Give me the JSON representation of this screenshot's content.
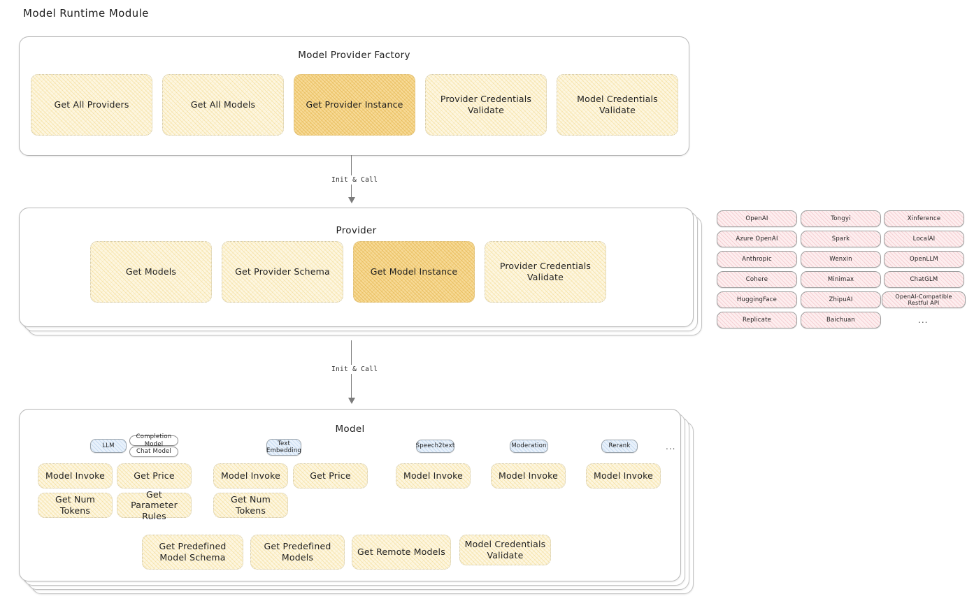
{
  "page": {
    "title": "Model Runtime Module"
  },
  "factory": {
    "title": "Model Provider Factory",
    "methods": [
      {
        "label": "Get All Providers",
        "highlight": false
      },
      {
        "label": "Get All Models",
        "highlight": false
      },
      {
        "label": "Get Provider Instance",
        "highlight": true
      },
      {
        "label": "Provider Credentials Validate",
        "highlight": false
      },
      {
        "label": "Model Credentials Validate",
        "highlight": false
      }
    ]
  },
  "arrows": [
    {
      "label": "Init & Call"
    },
    {
      "label": "Init & Call"
    }
  ],
  "provider": {
    "title": "Provider",
    "methods": [
      {
        "label": "Get Models",
        "highlight": false
      },
      {
        "label": "Get Provider Schema",
        "highlight": false
      },
      {
        "label": "Get Model Instance",
        "highlight": true
      },
      {
        "label": "Provider Credentials Validate",
        "highlight": false
      }
    ]
  },
  "provider_list": {
    "columns": [
      [
        "OpenAI",
        "Azure OpenAI",
        "Anthropic",
        "Cohere",
        "HuggingFace",
        "Replicate"
      ],
      [
        "Tongyi",
        "Spark",
        "Wenxin",
        "Minimax",
        "ZhipuAI",
        "Baichuan"
      ],
      [
        "Xinference",
        "LocalAI",
        "OpenLLM",
        "ChatGLM",
        "OpenAI-Compatible Restful API"
      ]
    ],
    "more": "..."
  },
  "model": {
    "title": "Model",
    "more": "...",
    "groups": [
      {
        "badge": "LLM",
        "sub_badges": [
          "Completion Model",
          "Chat Model"
        ],
        "methods": [
          {
            "label": "Model Invoke",
            "highlight": true
          },
          {
            "label": "Get Price",
            "highlight": false
          },
          {
            "label": "Get Num Tokens",
            "highlight": false
          },
          {
            "label": "Get Parameter Rules",
            "highlight": false
          }
        ]
      },
      {
        "badge": "Text Embedding",
        "sub_badges": [],
        "methods": [
          {
            "label": "Model Invoke",
            "highlight": true
          },
          {
            "label": "Get Price",
            "highlight": false
          },
          {
            "label": "Get Num Tokens",
            "highlight": false
          }
        ]
      },
      {
        "badge": "Speech2text",
        "sub_badges": [],
        "methods": [
          {
            "label": "Model Invoke",
            "highlight": false
          }
        ]
      },
      {
        "badge": "Moderation",
        "sub_badges": [],
        "methods": [
          {
            "label": "Model Invoke",
            "highlight": false
          }
        ]
      },
      {
        "badge": "Rerank",
        "sub_badges": [],
        "methods": [
          {
            "label": "Model Invoke",
            "highlight": false
          }
        ]
      }
    ],
    "shared_methods": [
      {
        "label": "Get Predefined Model Schema"
      },
      {
        "label": "Get Predefined Models"
      },
      {
        "label": "Get Remote Models"
      },
      {
        "label": "Model Credentials Validate"
      }
    ]
  }
}
